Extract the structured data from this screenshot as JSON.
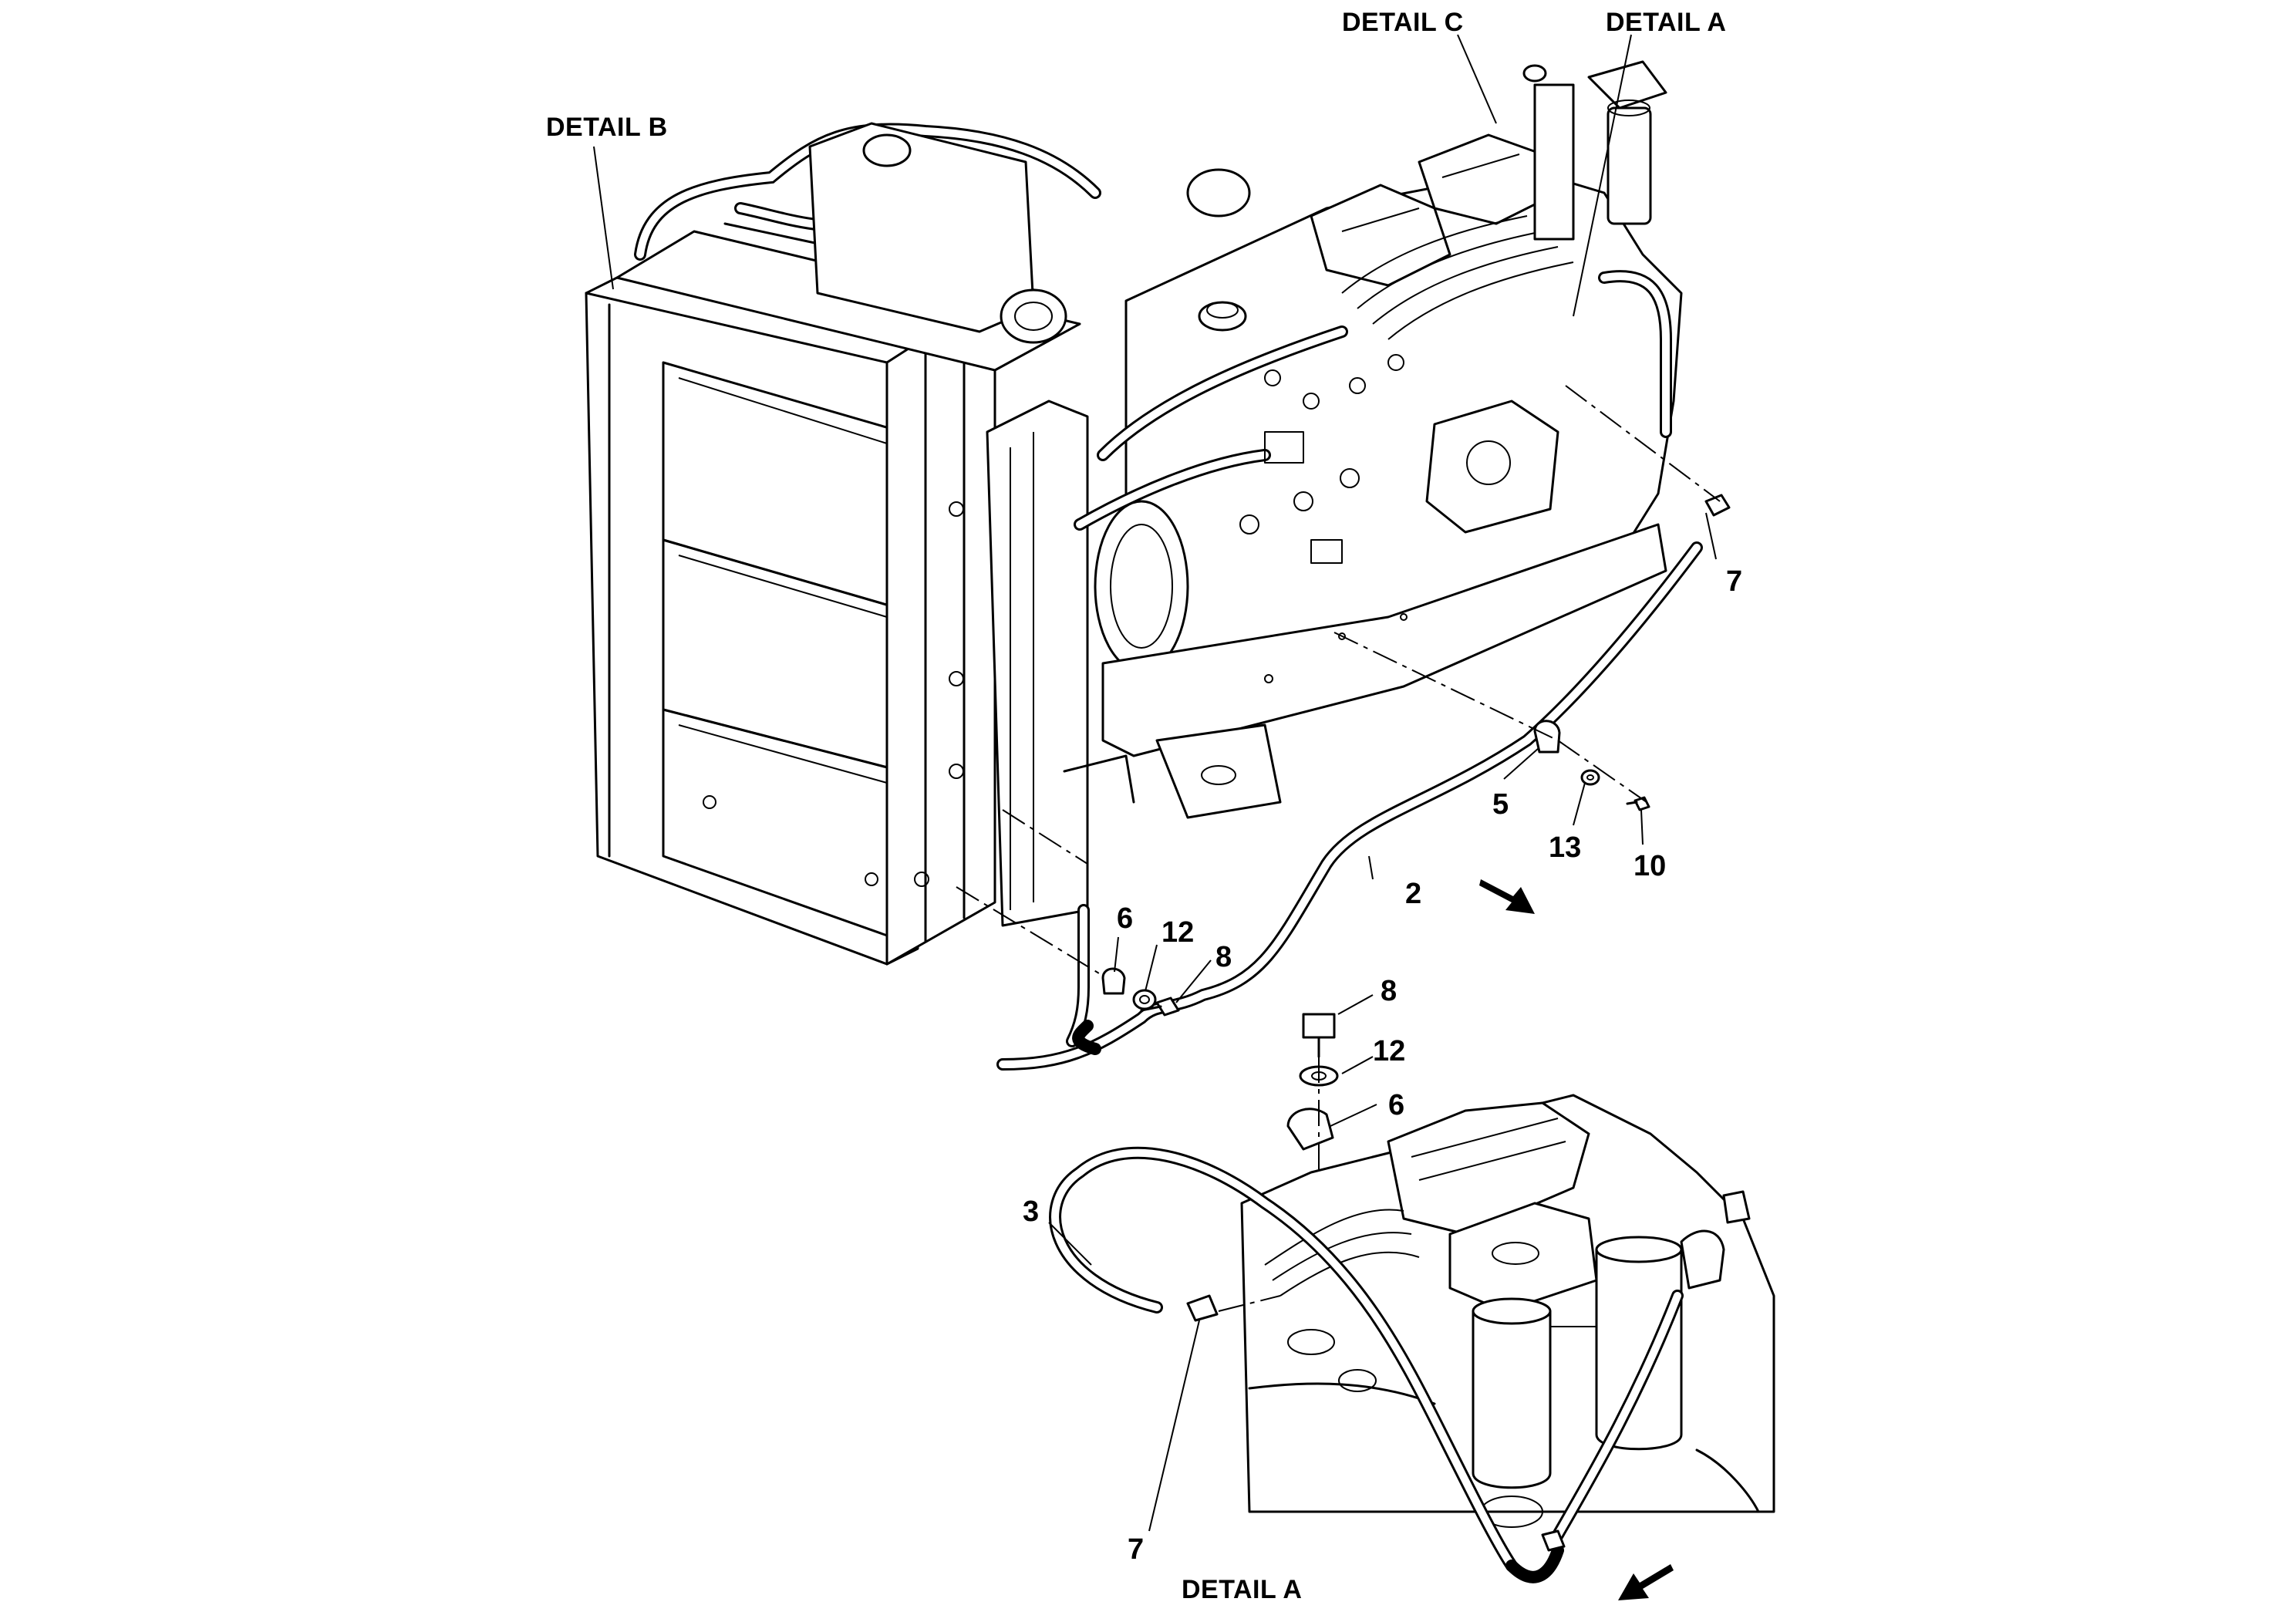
{
  "callouts": {
    "detail_b": "DETAIL B",
    "detail_c": "DETAIL C",
    "detail_a_top": "DETAIL A",
    "detail_a_bottom": "DETAIL A",
    "n7_top": "7",
    "n5": "5",
    "n13": "13",
    "n10": "10",
    "n2": "2",
    "n6_top": "6",
    "n12_top": "12",
    "n8_top": "8",
    "n8_detail": "8",
    "n12_detail": "12",
    "n6_detail": "6",
    "n3": "3",
    "n7_detail": "7"
  },
  "icons": {
    "direction_arrow_top": "arrow-down-right-icon",
    "direction_arrow_bottom": "arrow-down-left-icon"
  }
}
